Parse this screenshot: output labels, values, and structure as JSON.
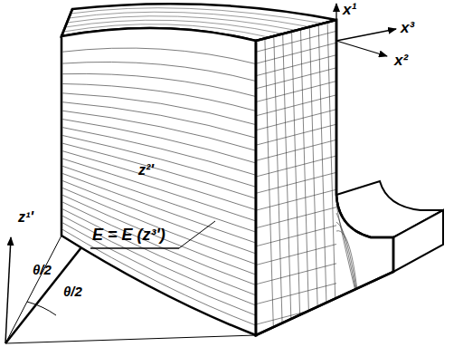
{
  "diagram": {
    "labels": [
      "x¹",
      "x³",
      "x²",
      "E = E (z³')",
      "z¹'",
      "z²'",
      "θ/2",
      "θ/2"
    ]
  }
}
